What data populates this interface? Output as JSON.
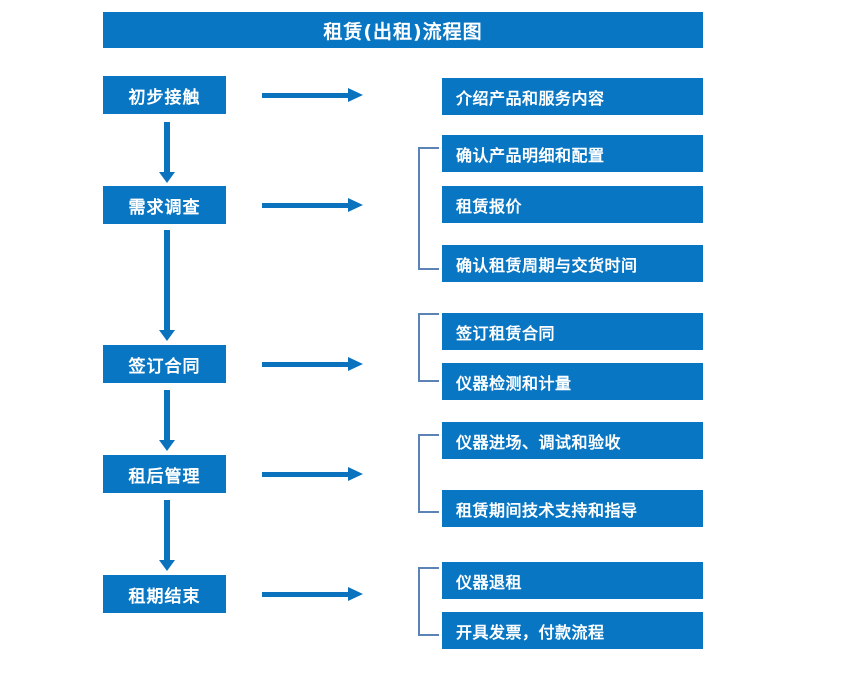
{
  "title": "租赁(出租)流程图",
  "colors": {
    "box_blue": "#0876C3",
    "arrow_blue": "#0B72BE",
    "bracket_blue": "#5B83B5",
    "text_white": "#FFFFFF",
    "background": "#FFFFFF"
  },
  "chart_data": {
    "type": "diagram",
    "title": "租赁(出租)流程图",
    "stages": [
      {
        "label": "初步接触",
        "details": [
          "介绍产品和服务内容"
        ]
      },
      {
        "label": "需求调查",
        "details": [
          "确认产品明细和配置",
          "租赁报价",
          "确认租赁周期与交货时间"
        ]
      },
      {
        "label": "签订合同",
        "details": [
          "签订租赁合同",
          "仪器检测和计量"
        ]
      },
      {
        "label": "租后管理",
        "details": [
          "仪器进场、调试和验收",
          "租赁期间技术支持和指导"
        ]
      },
      {
        "label": "租期结束",
        "details": [
          "仪器退租",
          "开具发票，付款流程"
        ]
      }
    ]
  },
  "stages": [
    {
      "label": "初步接触"
    },
    {
      "label": "需求调查"
    },
    {
      "label": "签订合同"
    },
    {
      "label": "租后管理"
    },
    {
      "label": "租期结束"
    }
  ],
  "details": [
    {
      "label": "介绍产品和服务内容"
    },
    {
      "label": "确认产品明细和配置"
    },
    {
      "label": "租赁报价"
    },
    {
      "label": "确认租赁周期与交货时间"
    },
    {
      "label": "签订租赁合同"
    },
    {
      "label": "仪器检测和计量"
    },
    {
      "label": "仪器进场、调试和验收"
    },
    {
      "label": "租赁期间技术支持和指导"
    },
    {
      "label": "仪器退租"
    },
    {
      "label": "开具发票，付款流程"
    }
  ]
}
